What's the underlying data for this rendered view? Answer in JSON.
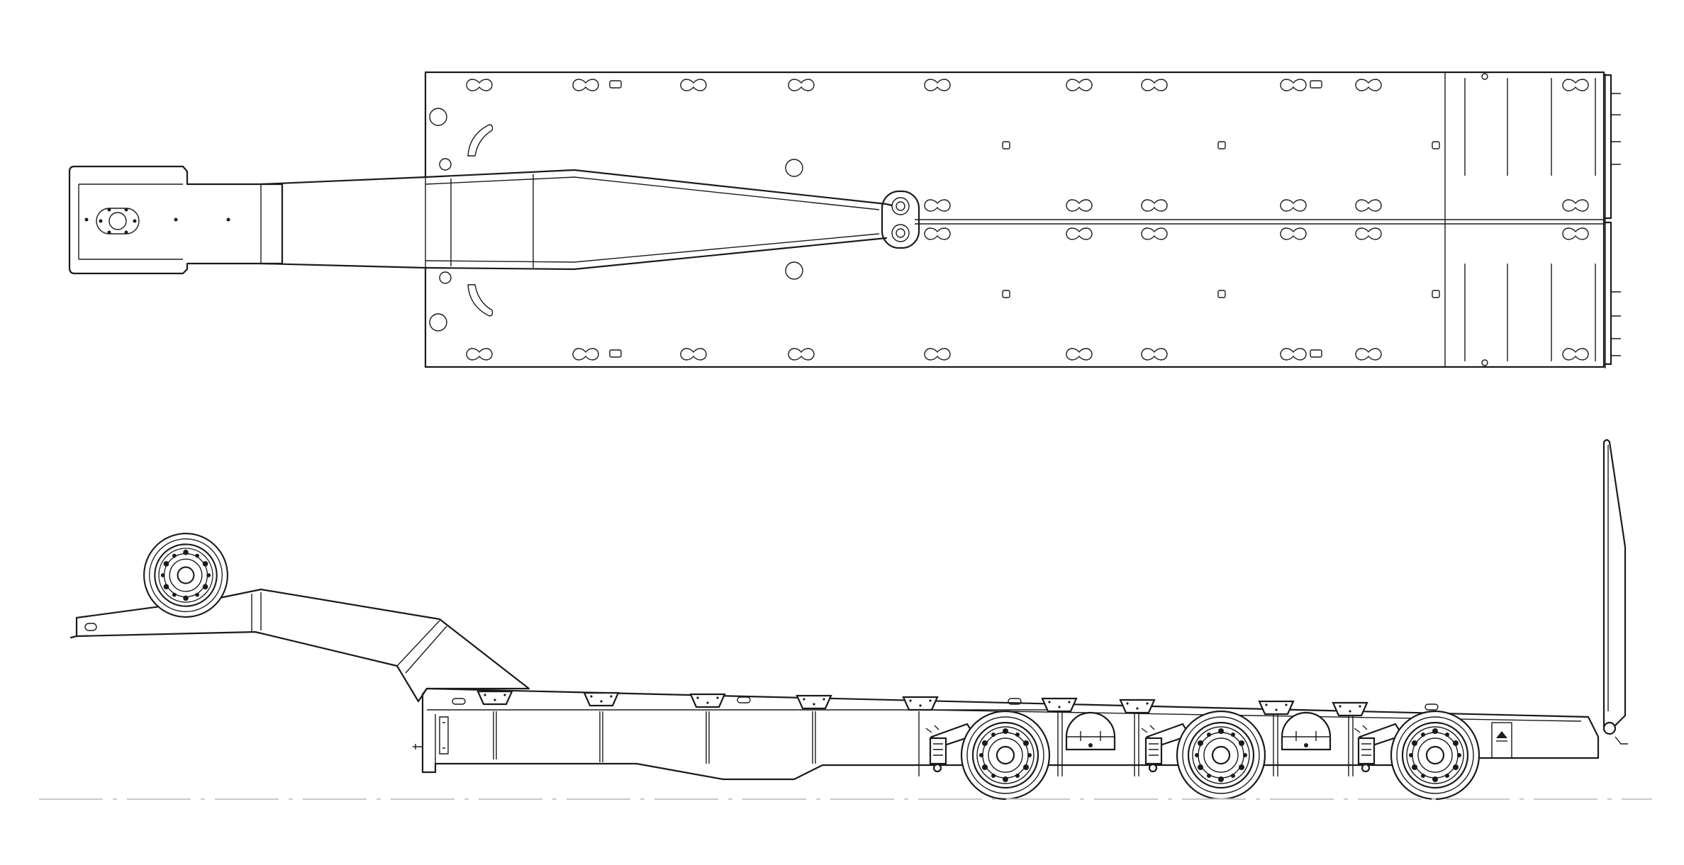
{
  "drawing": {
    "views": [
      "top-view",
      "side-view"
    ],
    "colors": {
      "line": "#1a1a1a",
      "background": "#ffffff",
      "ground": "#c8c8c8"
    },
    "side": {
      "rear_axle_count": 3,
      "front_dolly_wheels": 1
    },
    "top": {
      "deck_rows": 2
    }
  }
}
